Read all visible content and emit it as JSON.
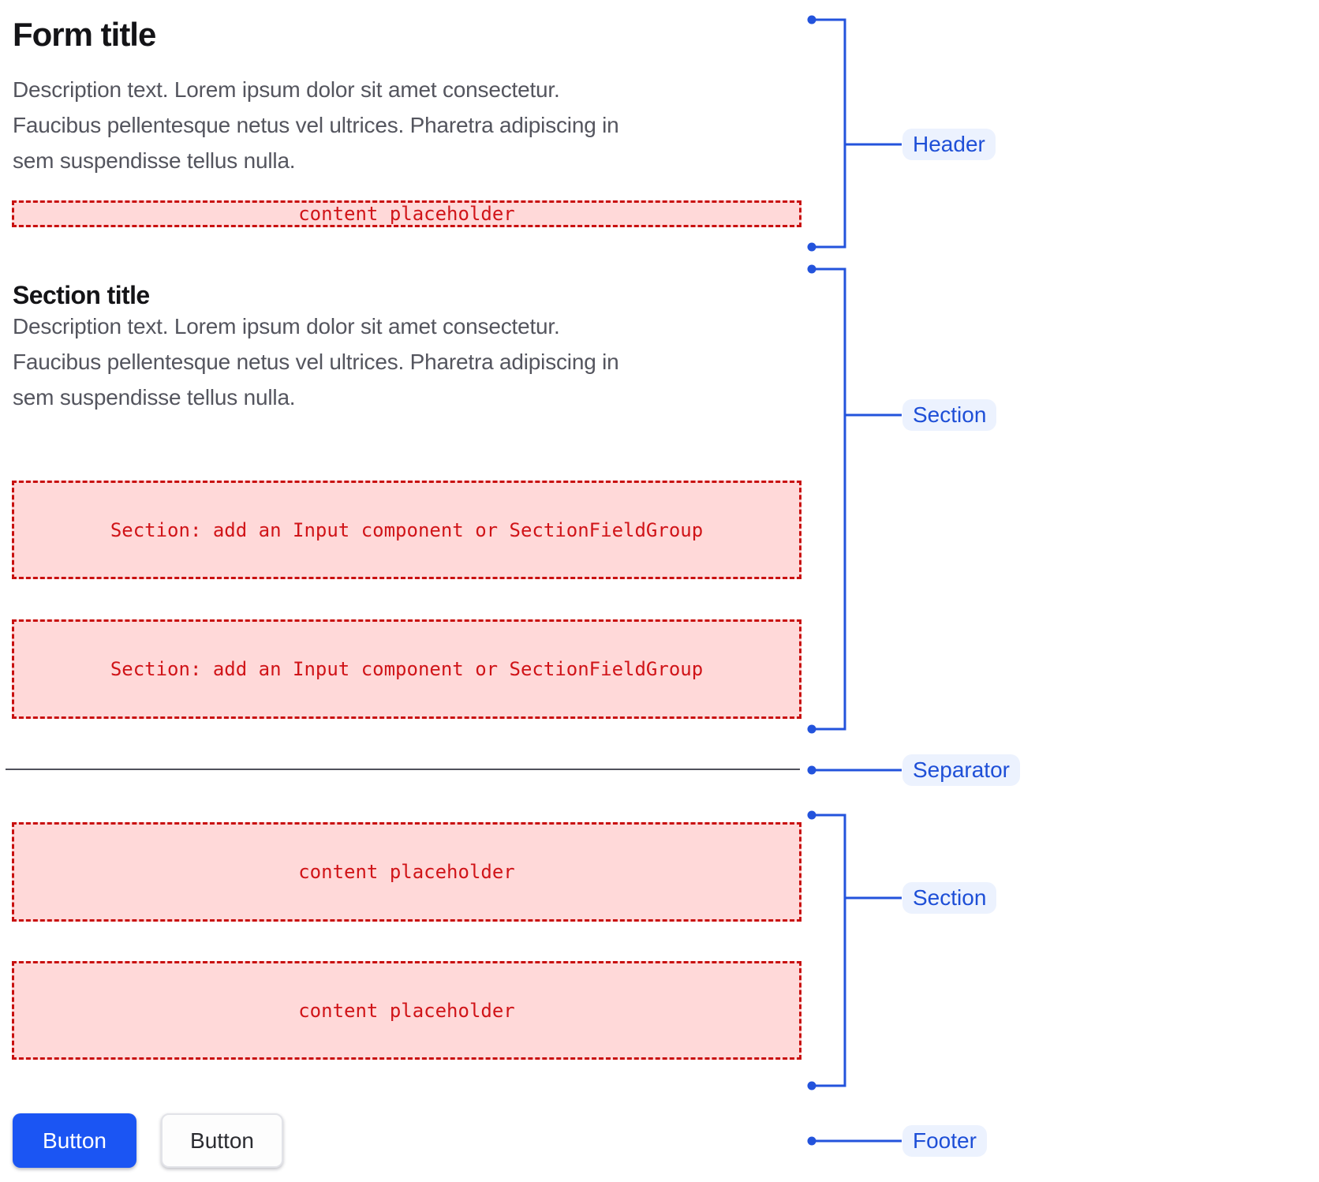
{
  "form": {
    "title": "Form title",
    "description": "Description text. Lorem ipsum dolor sit amet consectetur.\nFaucibus pellentesque netus vel ultrices. Pharetra adipiscing in\nsem suspendisse tellus nulla.",
    "header_placeholder": "content placeholder",
    "section": {
      "title": "Section title",
      "description": "Description text. Lorem ipsum dolor sit amet consectetur.\nFaucibus pellentesque netus vel ultrices. Pharetra adipiscing in\nsem suspendisse tellus nulla.",
      "placeholders": [
        "Section: add an Input component or SectionFieldGroup",
        "Section: add an Input component or SectionFieldGroup"
      ]
    },
    "section2": {
      "placeholders": [
        "content placeholder",
        "content placeholder"
      ]
    },
    "footer": {
      "primary_button": "Button",
      "secondary_button": "Button"
    }
  },
  "annotations": {
    "header_label": "Header",
    "section1_label": "Section",
    "separator_label": "Separator",
    "section2_label": "Section",
    "footer_label": "Footer"
  },
  "colors": {
    "annotation_blue": "#2353dc",
    "label_bg": "#ecf2fe",
    "label_text": "#1e4fd7",
    "placeholder_bg": "#ffd9d9",
    "placeholder_border": "#c8100f",
    "placeholder_text": "#d01418",
    "primary_button_bg": "#1b55f3",
    "separator": "#50515b"
  }
}
